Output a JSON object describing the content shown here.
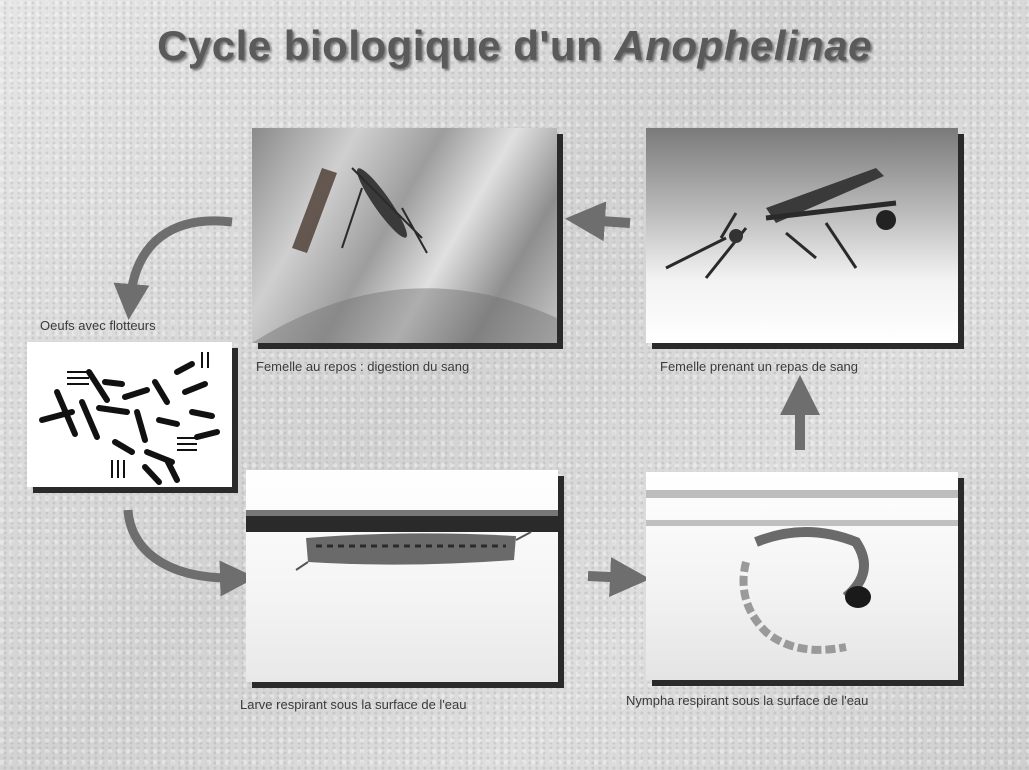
{
  "title": {
    "prefix": "Cycle biologique d'un ",
    "italic": "Anophelinae"
  },
  "stages": {
    "eggs": {
      "label": "Oeufs avec flotteurs"
    },
    "resting_female": {
      "caption": "Femelle au repos : digestion du sang"
    },
    "feeding_female": {
      "caption": "Femelle prenant un repas de sang"
    },
    "larva": {
      "caption": "Larve respirant sous la surface de l'eau"
    },
    "pupa": {
      "caption": "Nympha respirant sous la surface de l'eau"
    }
  },
  "colors": {
    "arrow": "#6e6e6e",
    "photo_frame_shadow": "#2a2a2a"
  }
}
